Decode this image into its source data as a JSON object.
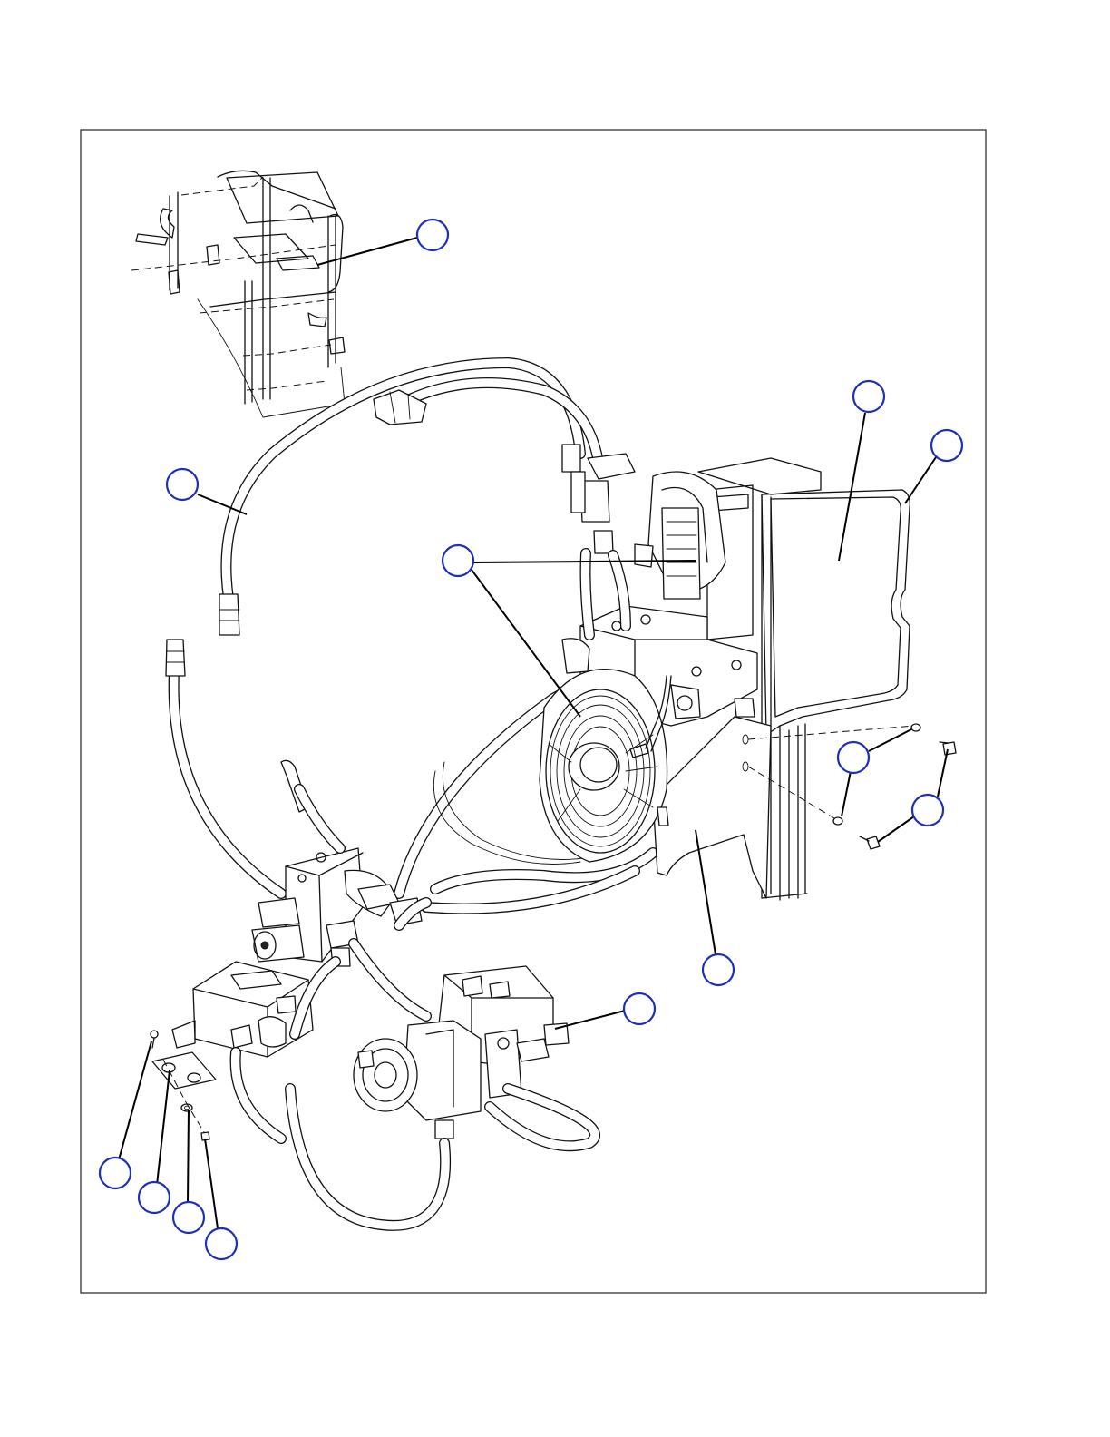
{
  "diagram": {
    "type": "exploded-parts-illustration",
    "callouts": [
      {
        "id": "callout-hydraulic-tank-mount"
      },
      {
        "id": "callout-hose-long"
      },
      {
        "id": "callout-oil-cooler"
      },
      {
        "id": "callout-cooler-shroud-panel"
      },
      {
        "id": "callout-seal-gasket"
      },
      {
        "id": "callout-washer-right"
      },
      {
        "id": "callout-bolt-right"
      },
      {
        "id": "callout-mounting-bracket"
      },
      {
        "id": "callout-hydraulic-pump"
      },
      {
        "id": "callout-bolt-left"
      },
      {
        "id": "callout-pad-plate"
      },
      {
        "id": "callout-washer-left"
      },
      {
        "id": "callout-nut-left"
      }
    ],
    "balloon_text": ""
  }
}
